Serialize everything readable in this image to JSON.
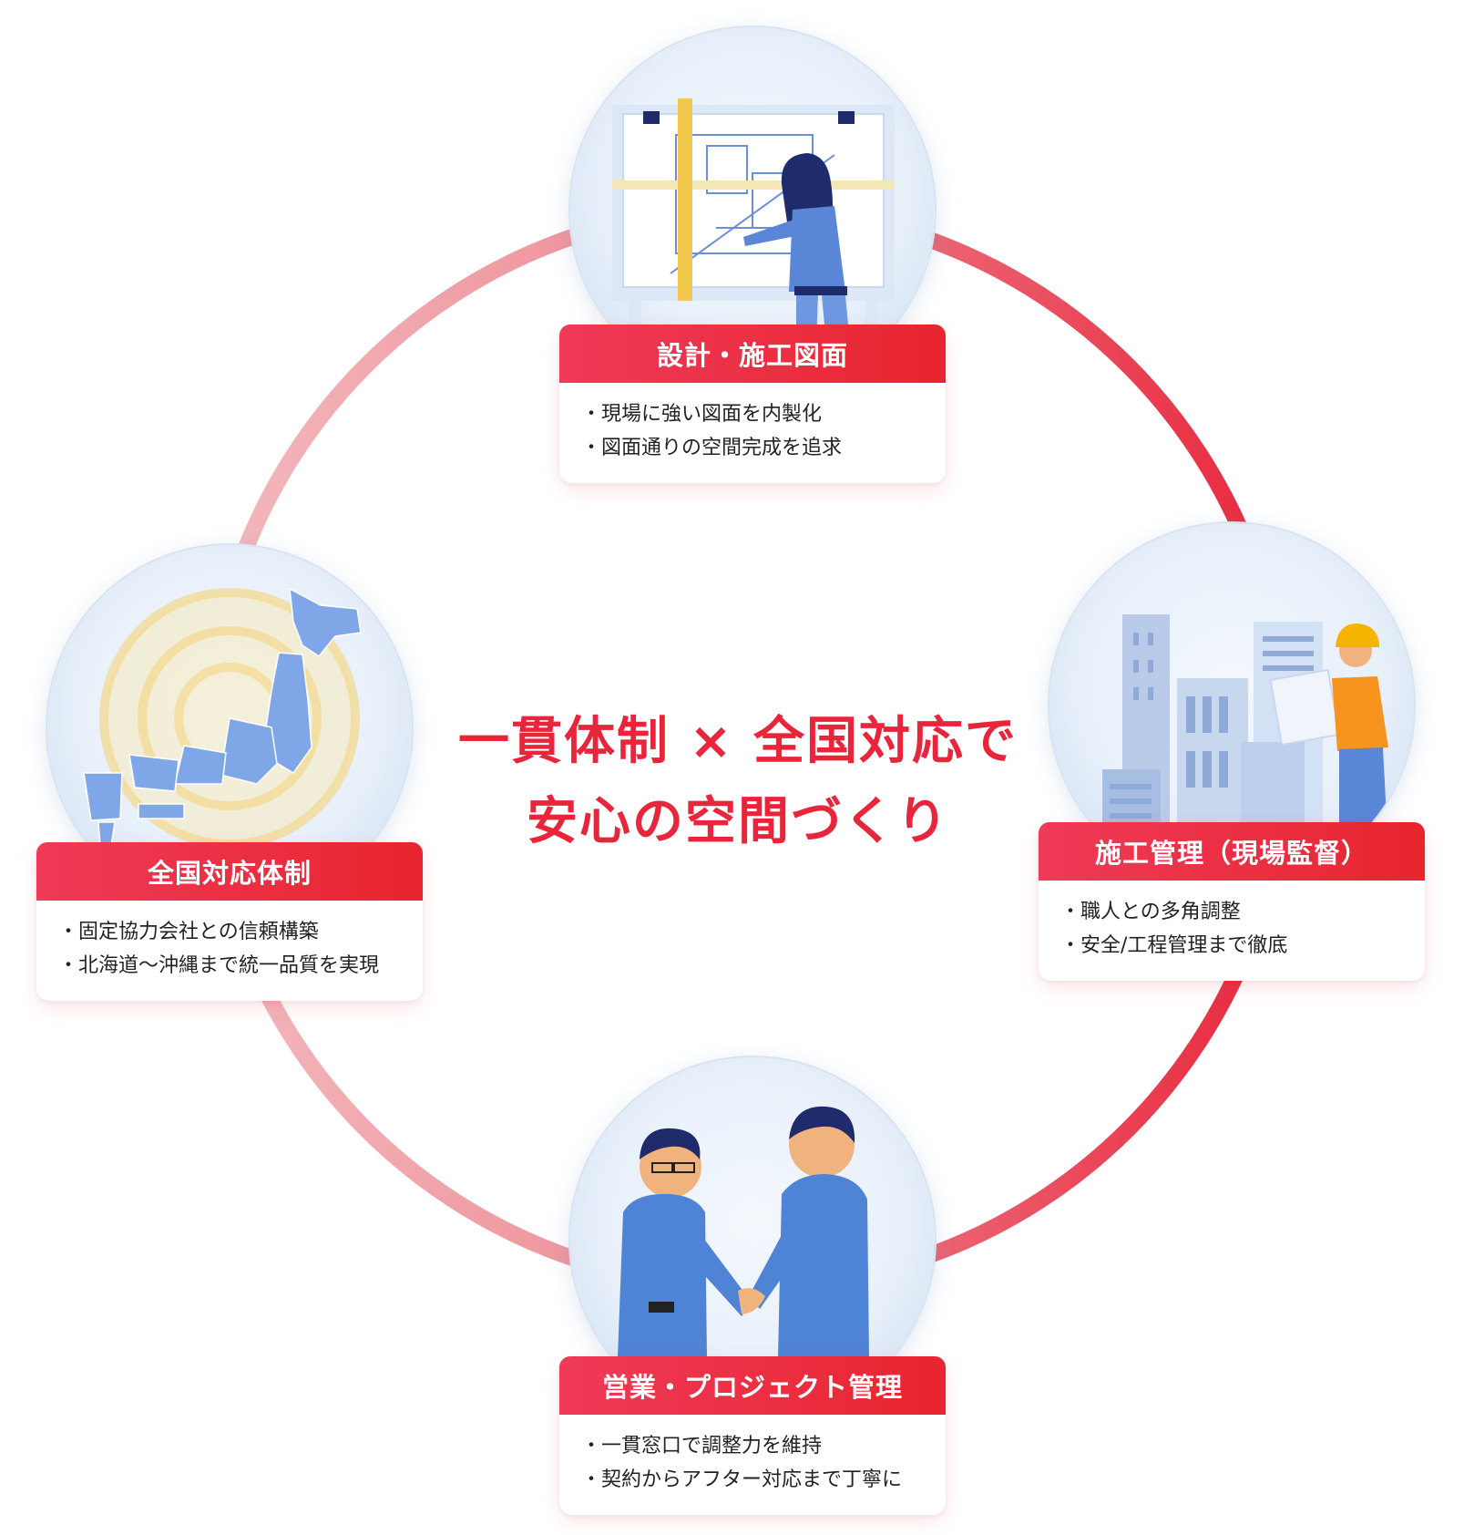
{
  "center_title": {
    "line1": "一貫体制 × 全国対応で",
    "line2": "安心の空間づくり"
  },
  "colors": {
    "accent": "#e8253a",
    "ring_light": "#f0b3b8",
    "ring_dark": "#e8253a",
    "bubble": "#e8f0fa"
  },
  "nodes": [
    {
      "title": "設計・施工図面",
      "items": [
        "・現場に強い図面を内製化",
        "・図面通りの空間完成を追求"
      ],
      "illustration": "drafting-woman-icon"
    },
    {
      "title": "施工管理（現場監督）",
      "items": [
        "・職人との多角調整",
        "・安全/工程管理まで徹底"
      ],
      "illustration": "construction-worker-buildings-icon"
    },
    {
      "title": "営業・プロジェクト管理",
      "items": [
        "・一貫窓口で調整力を維持",
        "・契約からアフター対応まで丁寧に"
      ],
      "illustration": "handshake-businessmen-icon"
    },
    {
      "title": "全国対応体制",
      "items": [
        "・固定協力会社との信頼構築",
        "・北海道〜沖縄まで統一品質を実現"
      ],
      "illustration": "japan-map-icon"
    }
  ]
}
